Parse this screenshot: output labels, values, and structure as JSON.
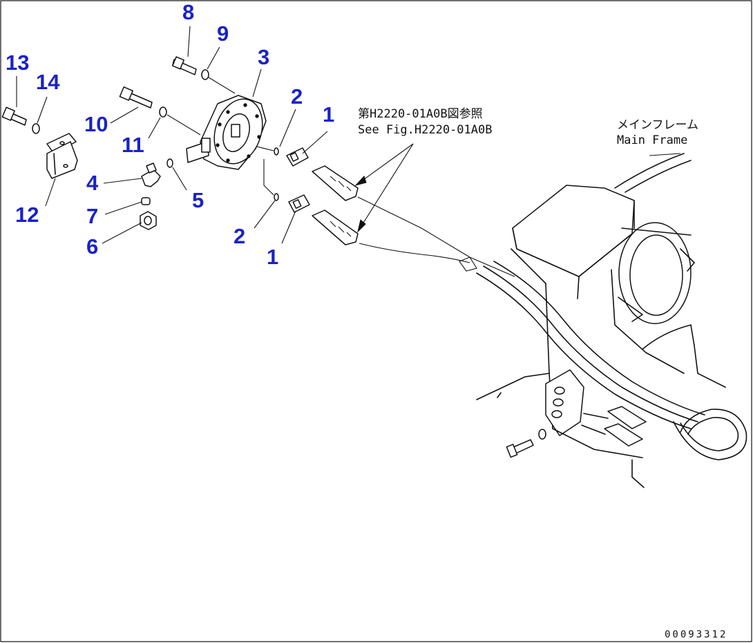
{
  "callouts": [
    {
      "id": "c1a",
      "label": "1"
    },
    {
      "id": "c1b",
      "label": "1"
    },
    {
      "id": "c2a",
      "label": "2"
    },
    {
      "id": "c2b",
      "label": "2"
    },
    {
      "id": "c3",
      "label": "3"
    },
    {
      "id": "c4",
      "label": "4"
    },
    {
      "id": "c5",
      "label": "5"
    },
    {
      "id": "c6",
      "label": "6"
    },
    {
      "id": "c7",
      "label": "7"
    },
    {
      "id": "c8",
      "label": "8"
    },
    {
      "id": "c9",
      "label": "9"
    },
    {
      "id": "c10",
      "label": "10"
    },
    {
      "id": "c11",
      "label": "11"
    },
    {
      "id": "c12",
      "label": "12"
    },
    {
      "id": "c13",
      "label": "13"
    },
    {
      "id": "c14",
      "label": "14"
    }
  ],
  "reference_note": {
    "japanese": "第H2220-01A0B図参照",
    "english": "See Fig.H2220-01A0B"
  },
  "main_frame_label": {
    "japanese": "メインフレーム",
    "english": "Main Frame"
  },
  "drawing_code": "00093312",
  "colors": {
    "callout": "#1a22c8",
    "line": "#111111",
    "background": "#ffffff"
  }
}
